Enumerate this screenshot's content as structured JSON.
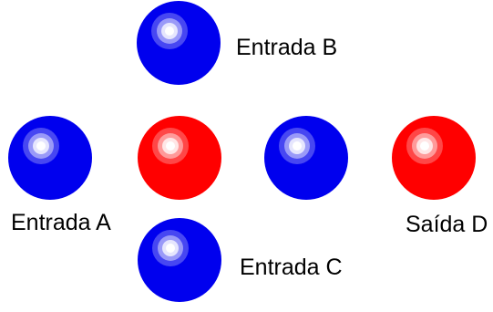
{
  "colors": {
    "blue": "#0000ee",
    "red": "#ff0000",
    "background": "#ffffff"
  },
  "balls": [
    {
      "id": "entrada-b",
      "color": "blue"
    },
    {
      "id": "entrada-a",
      "color": "blue"
    },
    {
      "id": "center-left",
      "color": "red"
    },
    {
      "id": "center-right",
      "color": "blue"
    },
    {
      "id": "saida-d",
      "color": "red"
    },
    {
      "id": "entrada-c",
      "color": "blue"
    }
  ],
  "labels": {
    "entrada_b": "Entrada B",
    "entrada_a": "Entrada A",
    "entrada_c": "Entrada C",
    "saida_d": "Saída D"
  }
}
